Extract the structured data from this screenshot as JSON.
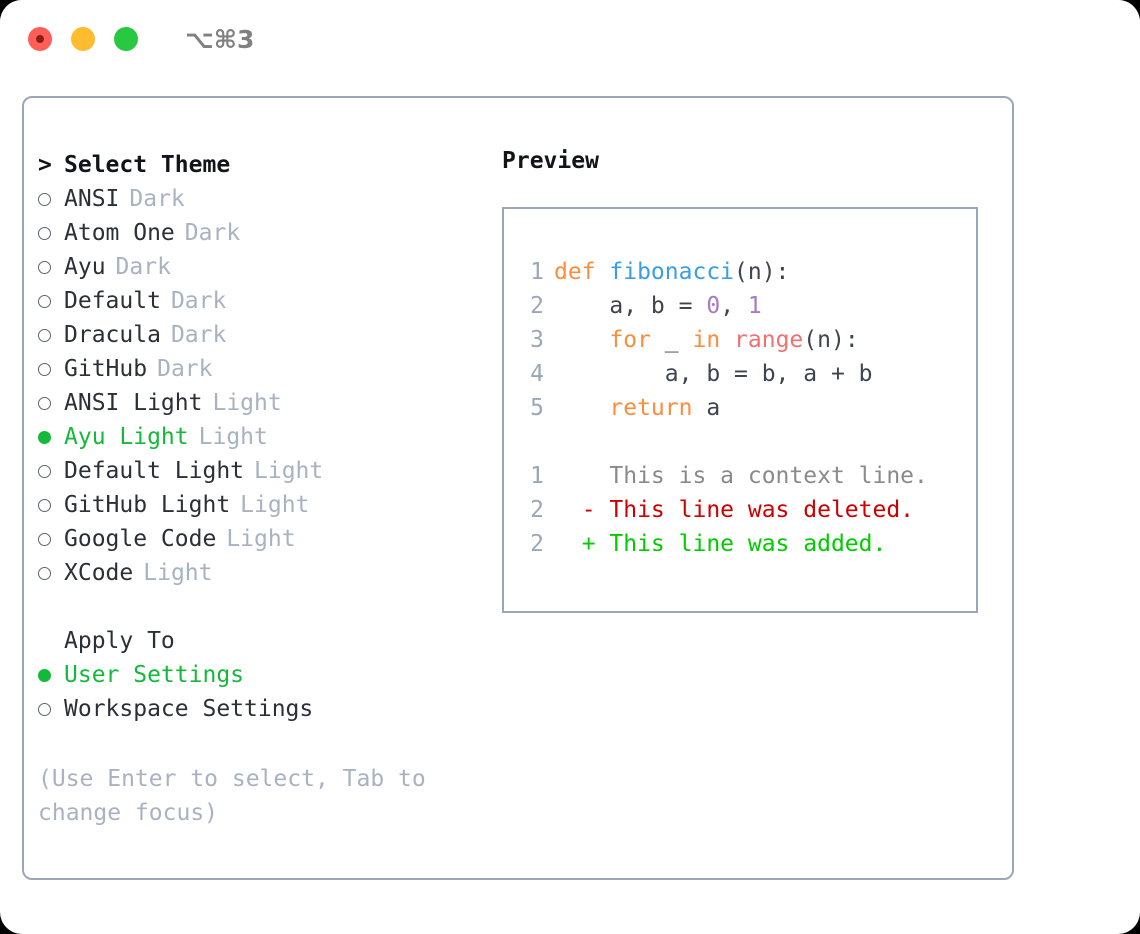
{
  "titlebar": {
    "shortcut": "⌥⌘3",
    "buttons": [
      {
        "name": "close",
        "color": "#ff5f57"
      },
      {
        "name": "minimize",
        "color": "#febc2e"
      },
      {
        "name": "zoom",
        "color": "#28c840"
      }
    ]
  },
  "theme_picker": {
    "caret": ">",
    "heading": "Select Theme",
    "items": [
      {
        "label": "ANSI",
        "variant": "Dark",
        "selected": false
      },
      {
        "label": "Atom One",
        "variant": "Dark",
        "selected": false
      },
      {
        "label": "Ayu",
        "variant": "Dark",
        "selected": false
      },
      {
        "label": "Default",
        "variant": "Dark",
        "selected": false
      },
      {
        "label": "Dracula",
        "variant": "Dark",
        "selected": false
      },
      {
        "label": "GitHub",
        "variant": "Dark",
        "selected": false
      },
      {
        "label": "ANSI Light",
        "variant": "Light",
        "selected": false
      },
      {
        "label": "Ayu Light",
        "variant": "Light",
        "selected": true
      },
      {
        "label": "Default Light",
        "variant": "Light",
        "selected": false
      },
      {
        "label": "GitHub Light",
        "variant": "Light",
        "selected": false
      },
      {
        "label": "Google Code",
        "variant": "Light",
        "selected": false
      },
      {
        "label": "XCode",
        "variant": "Light",
        "selected": false
      }
    ]
  },
  "apply_to": {
    "heading": "Apply To",
    "items": [
      {
        "label": "User Settings",
        "selected": true
      },
      {
        "label": "Workspace Settings",
        "selected": false
      }
    ]
  },
  "hint": "(Use Enter to select, Tab to change focus)",
  "preview": {
    "title": "Preview",
    "code_lines": [
      {
        "num": "1",
        "tokens": [
          {
            "t": "def ",
            "c": "kw"
          },
          {
            "t": "fibonacci",
            "c": "fn"
          },
          {
            "t": "(n):",
            "c": "txt"
          }
        ]
      },
      {
        "num": "2",
        "tokens": [
          {
            "t": "    a, b = ",
            "c": "txt"
          },
          {
            "t": "0",
            "c": "num"
          },
          {
            "t": ", ",
            "c": "txt"
          },
          {
            "t": "1",
            "c": "num"
          }
        ]
      },
      {
        "num": "3",
        "tokens": [
          {
            "t": "    ",
            "c": "txt"
          },
          {
            "t": "for",
            "c": "kw"
          },
          {
            "t": " _ ",
            "c": "txt"
          },
          {
            "t": "in",
            "c": "kw"
          },
          {
            "t": " ",
            "c": "txt"
          },
          {
            "t": "range",
            "c": "bi"
          },
          {
            "t": "(n):",
            "c": "txt"
          }
        ]
      },
      {
        "num": "4",
        "tokens": [
          {
            "t": "        a, b = b, a + b",
            "c": "txt"
          }
        ]
      },
      {
        "num": "5",
        "tokens": [
          {
            "t": "    ",
            "c": "txt"
          },
          {
            "t": "return",
            "c": "kw"
          },
          {
            "t": " a",
            "c": "txt"
          }
        ]
      }
    ],
    "diff_lines": [
      {
        "num": "1",
        "marker": "  ",
        "text": "This is a context line.",
        "kind": "ctx"
      },
      {
        "num": "2",
        "marker": "- ",
        "text": "This line was deleted.",
        "kind": "del"
      },
      {
        "num": "2",
        "marker": "+ ",
        "text": "This line was added.",
        "kind": "add"
      }
    ]
  },
  "colors": {
    "selected_green": "#15b93a",
    "muted": "#a8b2c1",
    "border": "#9aa7b8",
    "kw_orange": "#fa8d3e",
    "fn_blue": "#399ee6",
    "num_purple": "#a37acc",
    "builtin_red": "#f07171",
    "diff_deleted": "#cc0000",
    "diff_added": "#00cc00"
  }
}
